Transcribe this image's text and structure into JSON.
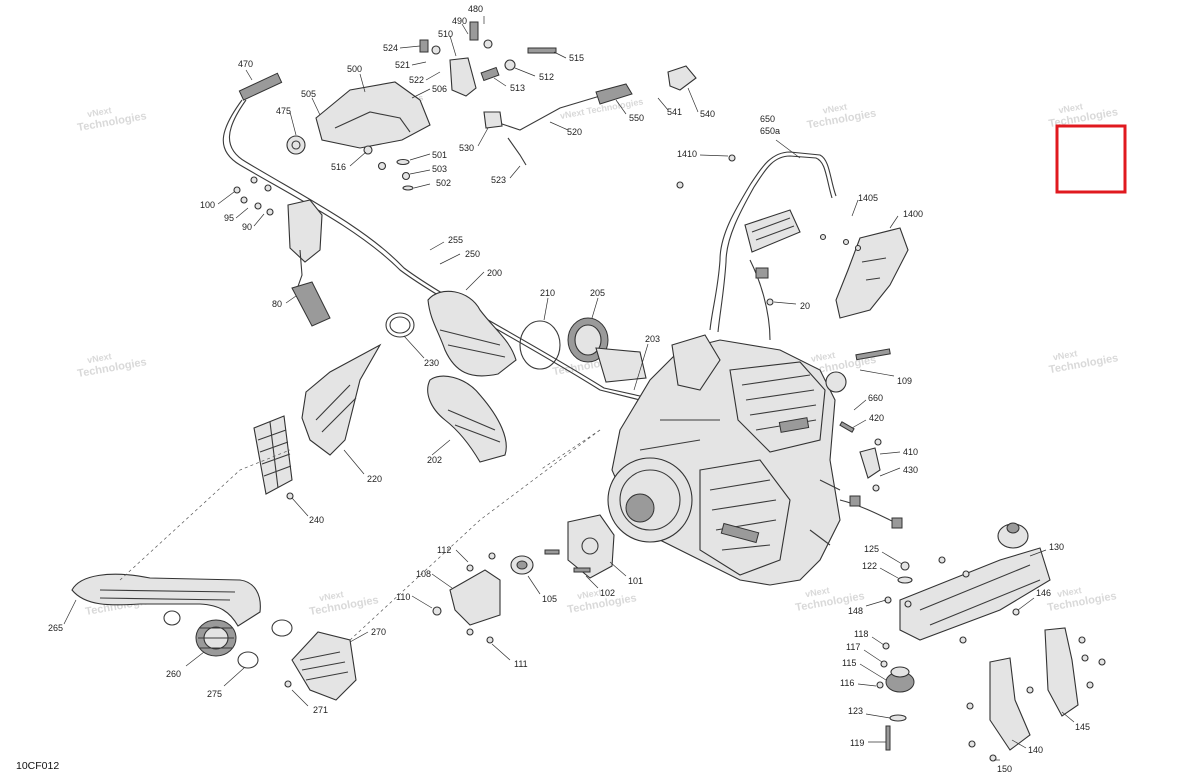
{
  "diagram_code": "10CF012",
  "watermark": {
    "line1": "vNext",
    "line2": "Technologies",
    "line_full": "vNext Technologies"
  },
  "highlight_color": "#e0191f",
  "labels": {
    "p470": "470",
    "p475": "475",
    "p505": "505",
    "p500": "500",
    "p524": "524",
    "p480": "480",
    "p490": "490",
    "p510": "510",
    "p521": "521",
    "p522": "522",
    "p506": "506",
    "p516": "516",
    "p501": "501",
    "p503": "503",
    "p502": "502",
    "p530": "530",
    "p523": "523",
    "p512": "512",
    "p513": "513",
    "p515": "515",
    "p520": "520",
    "p550": "550",
    "p541": "541",
    "p540": "540",
    "p650": "650",
    "p650a": "650a",
    "p1410": "1410",
    "p1405": "1405",
    "p1400": "1400",
    "p100": "100",
    "p95": "95",
    "p90": "90",
    "p80": "80",
    "p255": "255",
    "p250": "250",
    "p200": "200",
    "p210": "210",
    "p205": "205",
    "p203": "203",
    "p230": "230",
    "p202": "202",
    "p220": "220",
    "p240": "240",
    "p20": "20",
    "p109": "109",
    "p660": "660",
    "p420": "420",
    "p410": "410",
    "p430": "430",
    "p130": "130",
    "p125": "125",
    "p122": "122",
    "p148": "148",
    "p146": "146",
    "p118": "118",
    "p117": "117",
    "p115": "115",
    "p116": "116",
    "p123": "123",
    "p119": "119",
    "p140": "140",
    "p145": "145",
    "p150": "150",
    "p112": "112",
    "p108": "108",
    "p110": "110",
    "p111": "111",
    "p105": "105",
    "p102": "102",
    "p101": "101",
    "p265": "265",
    "p260": "260",
    "p275": "275",
    "p270": "270",
    "p271": "271"
  }
}
